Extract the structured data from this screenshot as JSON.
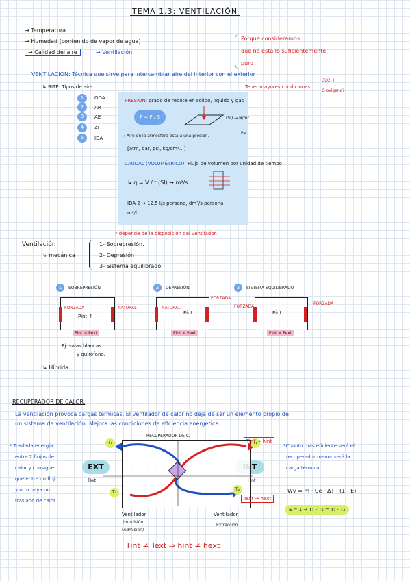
{
  "title": "TEMA 1.3: VENTILACIÓN",
  "intro": {
    "items": [
      "→ Temperatura",
      "→ Humedad (contenido de vapor de agua)",
      "→ Calidad del aire"
    ],
    "arrow_note": "→ Ventilación",
    "red_note": [
      "Porque consideramos",
      "que no está lo suficientemente",
      "puro"
    ]
  },
  "definition": {
    "term": "VENTILACIÓN",
    "text": ": Técnica que sirve para intercambiar",
    "text2": "aire del interior",
    "text3": "con el exterior",
    "sub": "↳ RITE: Tipos de aire",
    "codes": [
      "ODA",
      "AR",
      "AE",
      "AI",
      "IDA"
    ],
    "numbers": [
      "1",
      "2",
      "3",
      "4",
      "5"
    ],
    "red_side": "Tener mayores condiciones",
    "red_opts": [
      "CO2 ↑",
      "O oxígeno?"
    ]
  },
  "pressure": {
    "heading": "PRESIÓN",
    "desc": ": grado de rebote en sólido, líquido y gas",
    "formula": "P = F / S",
    "si": "(SI) → N/m²",
    "pa": "Pa",
    "atm_note": "→ Aire en la atmósfera está a una presión.",
    "units": "[atm, bar, psi, kg/cm²...]",
    "caudal": "CAUDAL (VOLUMÉTRICO)",
    "caudal_desc": ": Flujo de volumen por unidad de tiempo",
    "q_formula": "↳ q = V / t   (SI) → m³/s",
    "ida": "IDA 2 → 12.5 l/s·persona, dm³/s·persona",
    "ida2": "m³/h...",
    "red_note": "* depende de la disposición del ventilador."
  },
  "ventilation": {
    "heading": "Ventilación",
    "mec": "↳ mecánica",
    "types": [
      "1- Sobrepresión.",
      "2- Depresión",
      "3- Sistema equilibrado"
    ],
    "hibrida": "↳ Híbrida."
  },
  "diagrams": [
    {
      "num": "1",
      "title": "SOBREPRESIÓN",
      "inside": "Pint ↑",
      "caption": "Pint > Pext",
      "tag": "FORZADA",
      "tag2": "NATURAL",
      "example": "Ej: salas blancas",
      "example2": "y quirófano."
    },
    {
      "num": "2",
      "title": "DEPRESIÓN",
      "inside": "Pint",
      "caption": "Pint < Pext",
      "tag": "FORZADA",
      "tag2": "NATURAL"
    },
    {
      "num": "3",
      "title": "SISTEMA EQUILIBRADO",
      "inside": "Pint",
      "caption": "Pint ≈ Pext",
      "tag": "FORZADA",
      "tag2": "FORZADA"
    }
  ],
  "recuperador": {
    "heading": "RECUPERADOR DE CALOR.",
    "line1": "La ventilación provoca cargas térmicas. El ventilador de calor no deja de ser un elemento propio de",
    "line2": "un sistema de ventilación. Mejora las condiciones de eficiencia energética.",
    "box_title": "RECUPERADOR DE C.",
    "left_note": [
      "* Traslada energía",
      "entre 2 flujos de",
      "calor y consigue",
      "que entre un flujo",
      "y otro haya un",
      "traslado de calor."
    ],
    "ext": "EXT",
    "ext_sub": "Text",
    "int": "INT",
    "int_sub": "Tint",
    "t_labels": [
      "T₁",
      "T₄",
      "T₂",
      "T₃"
    ],
    "right_boxes": [
      "Tint → hint",
      "Text → hext"
    ],
    "right_note": [
      "*Cuanto más eficiente será el",
      "recuperador menor será la",
      "carga térmica"
    ],
    "formula": "Wv = m · Ce · ΔT · (1 - E)",
    "green_formula": "E = 1 → T₁ - T₂ = T₃ - T₄",
    "vent1": [
      "Ventilador",
      "Impulsión",
      "(Admisión)"
    ],
    "vent2": [
      "Ventilador",
      "Extracción"
    ],
    "final": "Tint ≠ Text ⇒ hint ≠ hext"
  },
  "colors": {
    "red": "#d41f1f",
    "blue": "#1f4fc2",
    "lightblue": "#cfe6f8",
    "green": "#d8ef6a"
  }
}
